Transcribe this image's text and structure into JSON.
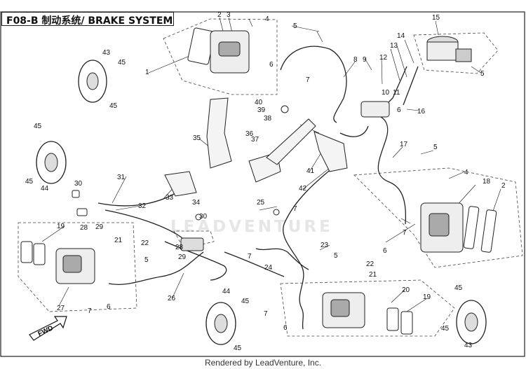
{
  "diagram": {
    "title": "F08-B 制动系统/ BRAKE SYSTEM",
    "footer": "Rendered by LeadVenture, Inc.",
    "watermark": "LEADVENTURE",
    "fwd_label": "FWD",
    "callouts": [
      "1",
      "2",
      "3",
      "4",
      "5",
      "6",
      "7",
      "8",
      "9",
      "10",
      "11",
      "12",
      "13",
      "14",
      "15",
      "16",
      "17",
      "18",
      "19",
      "20",
      "21",
      "22",
      "23",
      "24",
      "25",
      "26",
      "27",
      "28",
      "29",
      "30",
      "31",
      "32",
      "33",
      "34",
      "35",
      "36",
      "37",
      "38",
      "39",
      "40",
      "41",
      "42",
      "43",
      "44",
      "45"
    ]
  }
}
